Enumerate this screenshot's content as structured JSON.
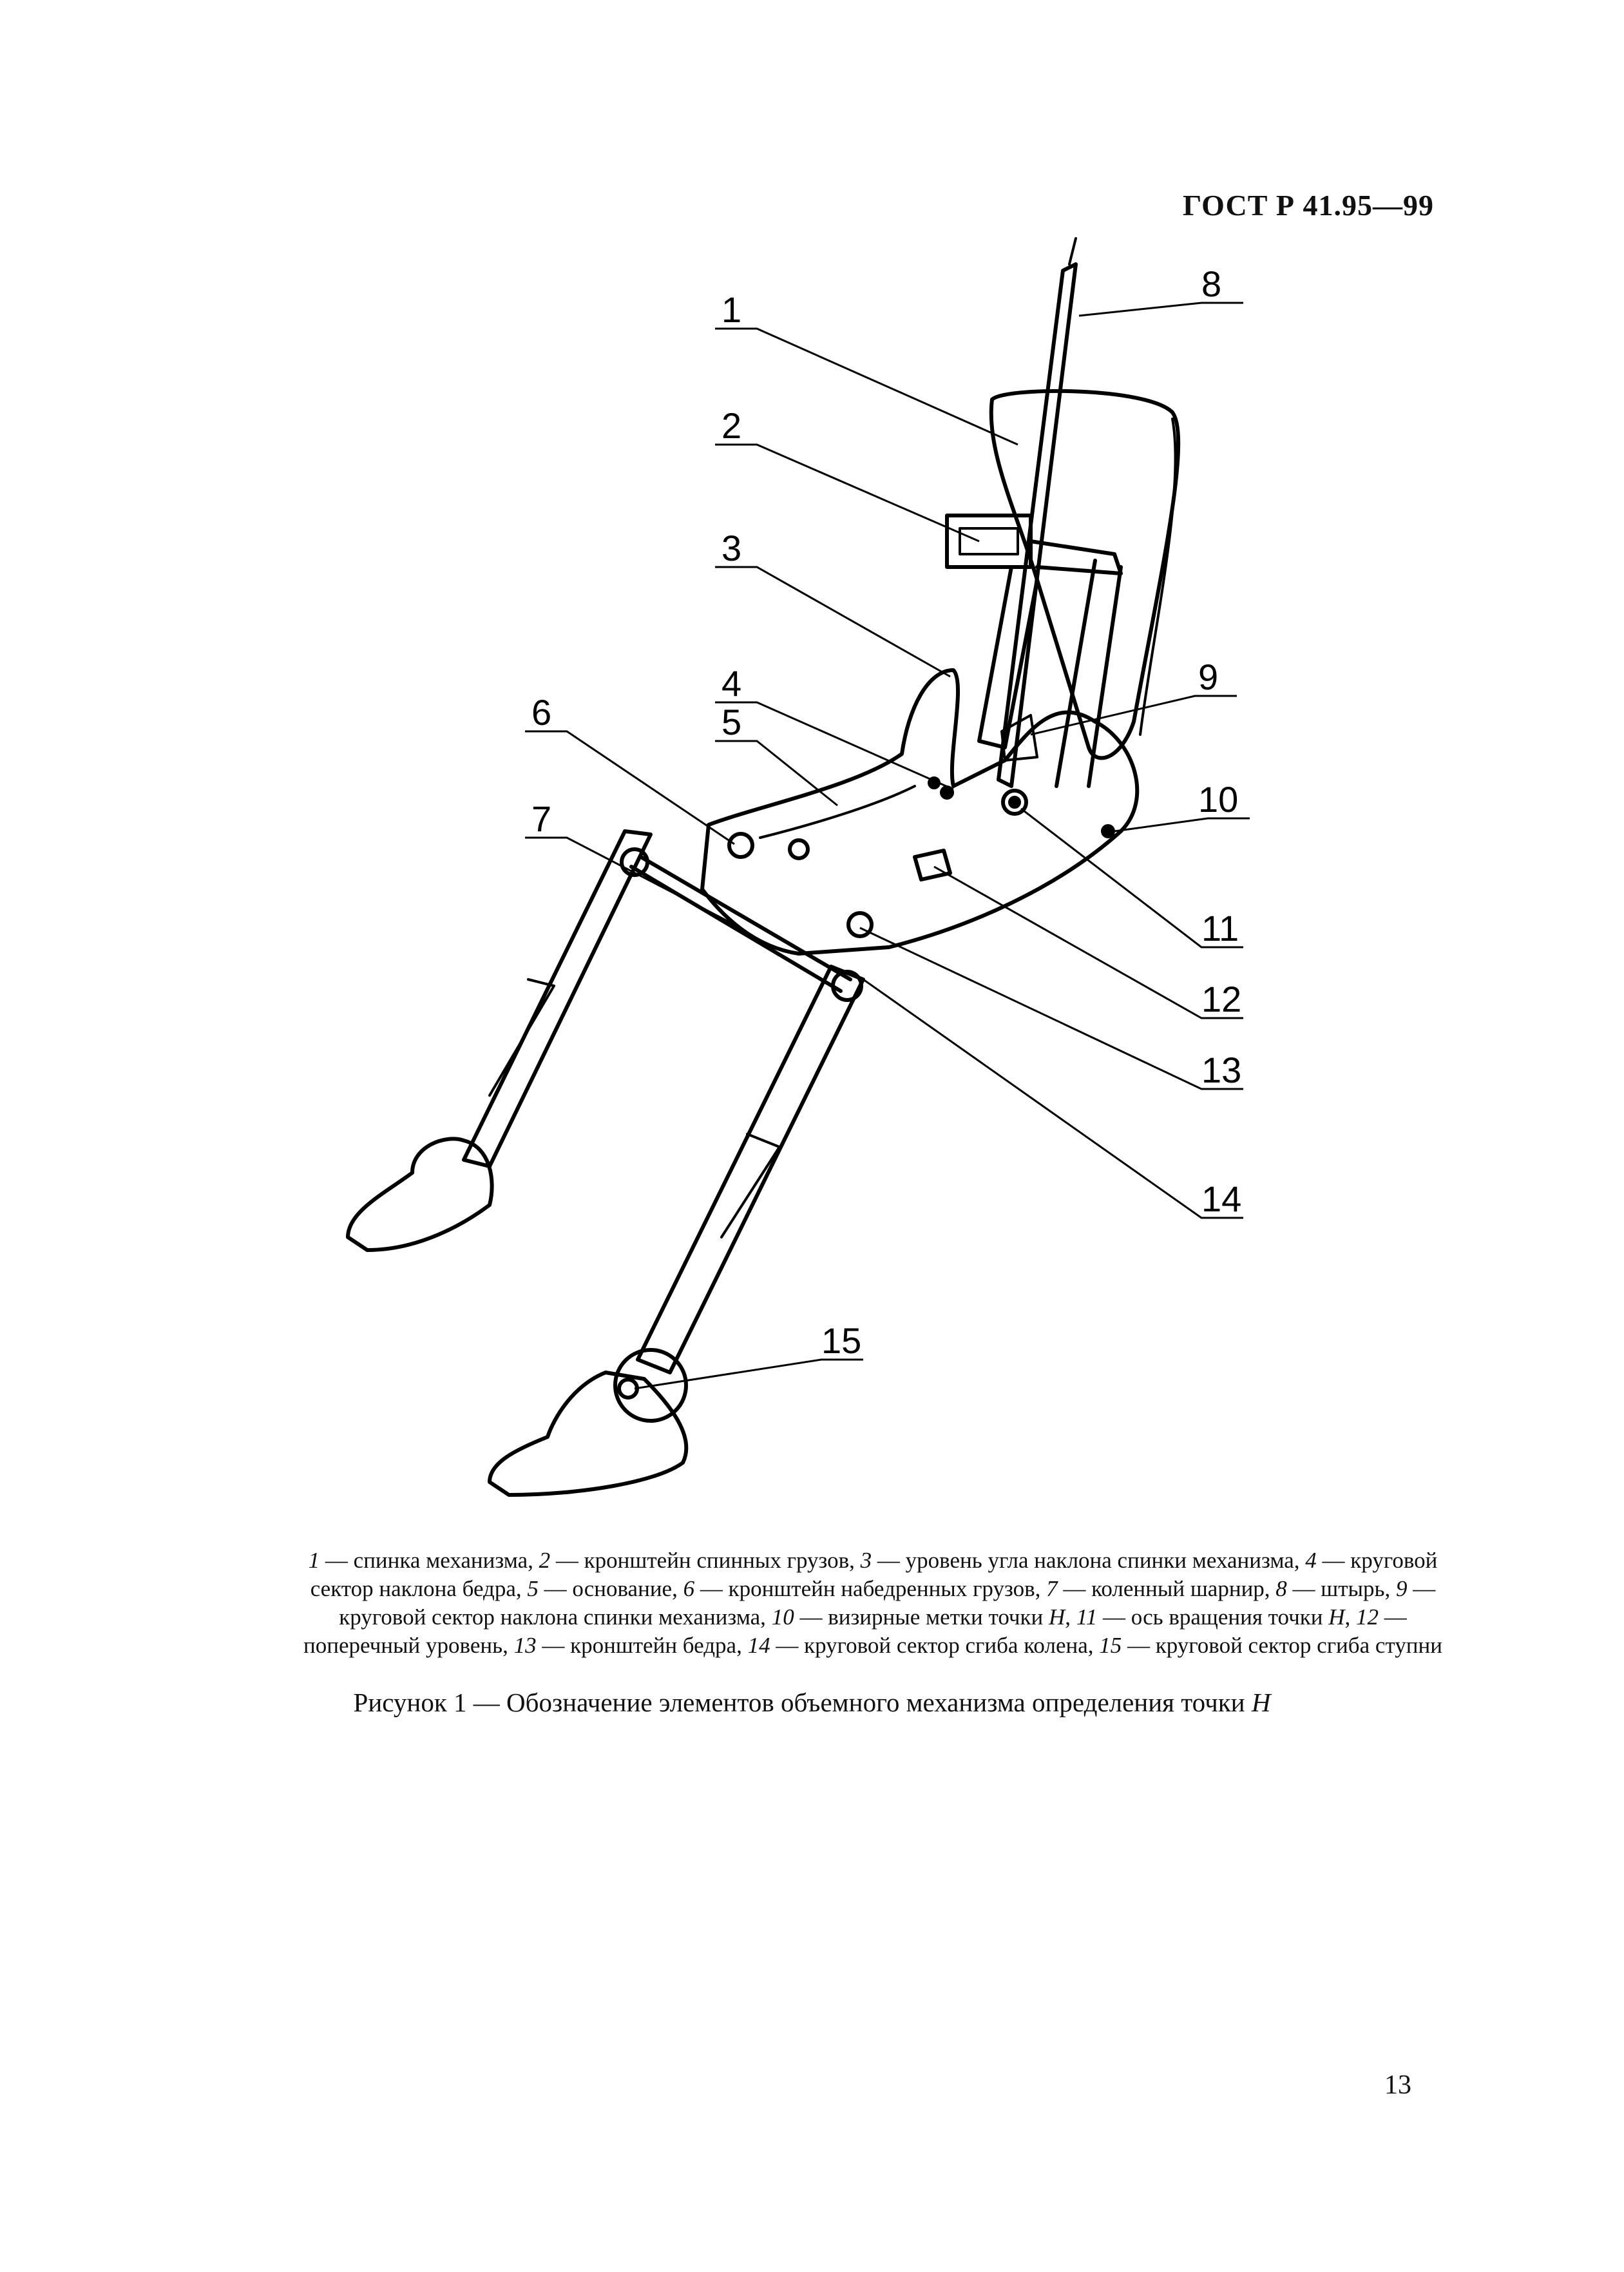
{
  "header": {
    "standard_code": "ГОСТ Р 41.95—99"
  },
  "figure": {
    "callouts": [
      "1",
      "2",
      "3",
      "4",
      "5",
      "6",
      "7",
      "8",
      "9",
      "10",
      "11",
      "12",
      "13",
      "14",
      "15"
    ]
  },
  "legend": {
    "items": [
      {
        "num": "1",
        "text": " — спинка механизма, "
      },
      {
        "num": "2",
        "text": " — кронштейн спинных грузов, "
      },
      {
        "num": "3",
        "text": " — уровень угла наклона спинки механизма, "
      },
      {
        "num": "4",
        "text": " — круговой сектор наклона бедра, "
      },
      {
        "num": "5",
        "text": " — основание, "
      },
      {
        "num": "6",
        "text": " — кронштейн набедренных грузов, "
      },
      {
        "num": "7",
        "text": " — коленный шарнир, "
      },
      {
        "num": "8",
        "text": " — штырь, "
      },
      {
        "num": "9",
        "text": " — круговой сектор наклона спинки механизма, "
      },
      {
        "num": "10",
        "text": " — визирные метки точки "
      },
      {
        "num": "11",
        "text": " — ось вращения точки "
      },
      {
        "num": "12",
        "text": " — поперечный уровень, "
      },
      {
        "num": "13",
        "text": " — кронштейн бедра, "
      },
      {
        "num": "14",
        "text": " — круговой сектор сгиба колена, "
      },
      {
        "num": "15",
        "text": " — круговой сектор сгиба ступни"
      }
    ],
    "h_letter": "H",
    "h_suffix_10": ", ",
    "h_suffix_11": ", "
  },
  "caption": {
    "text": "Рисунок 1 — Обозначение элементов объемного механизма определения точки ",
    "italic_letter": "H"
  },
  "page_number": "13"
}
